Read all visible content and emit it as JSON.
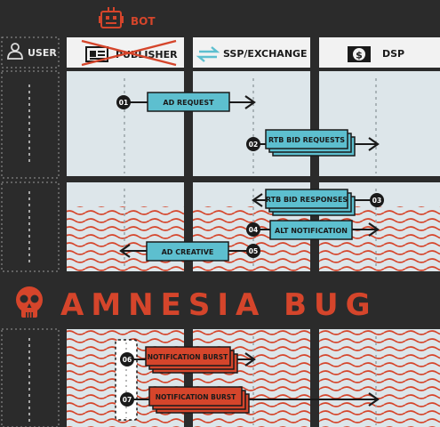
{
  "bot": {
    "label": "BOT"
  },
  "columns": {
    "user": "USER",
    "publisher": "PUBLISHER",
    "ssp": "SSP/EXCHANGE",
    "dsp": "DSP"
  },
  "steps": [
    {
      "num": "01",
      "label": "AD REQUEST"
    },
    {
      "num": "02",
      "label": "RTB BID REQUESTS"
    },
    {
      "num": "03",
      "label": "RTB BID RESPONSES"
    },
    {
      "num": "04",
      "label": "ALT NOTIFICATION"
    },
    {
      "num": "05",
      "label": "AD CREATIVE"
    },
    {
      "num": "06",
      "label": "NOTIFICATION BURST"
    },
    {
      "num": "07",
      "label": "NOTIFICATION BURST"
    }
  ],
  "banner": {
    "title": "AMNESIA BUG"
  },
  "colors": {
    "background": "#2b2b2b",
    "panel": "#dde6ea",
    "teal": "#5dbfcf",
    "red": "#d5452b",
    "dark": "#1a1a1a"
  }
}
